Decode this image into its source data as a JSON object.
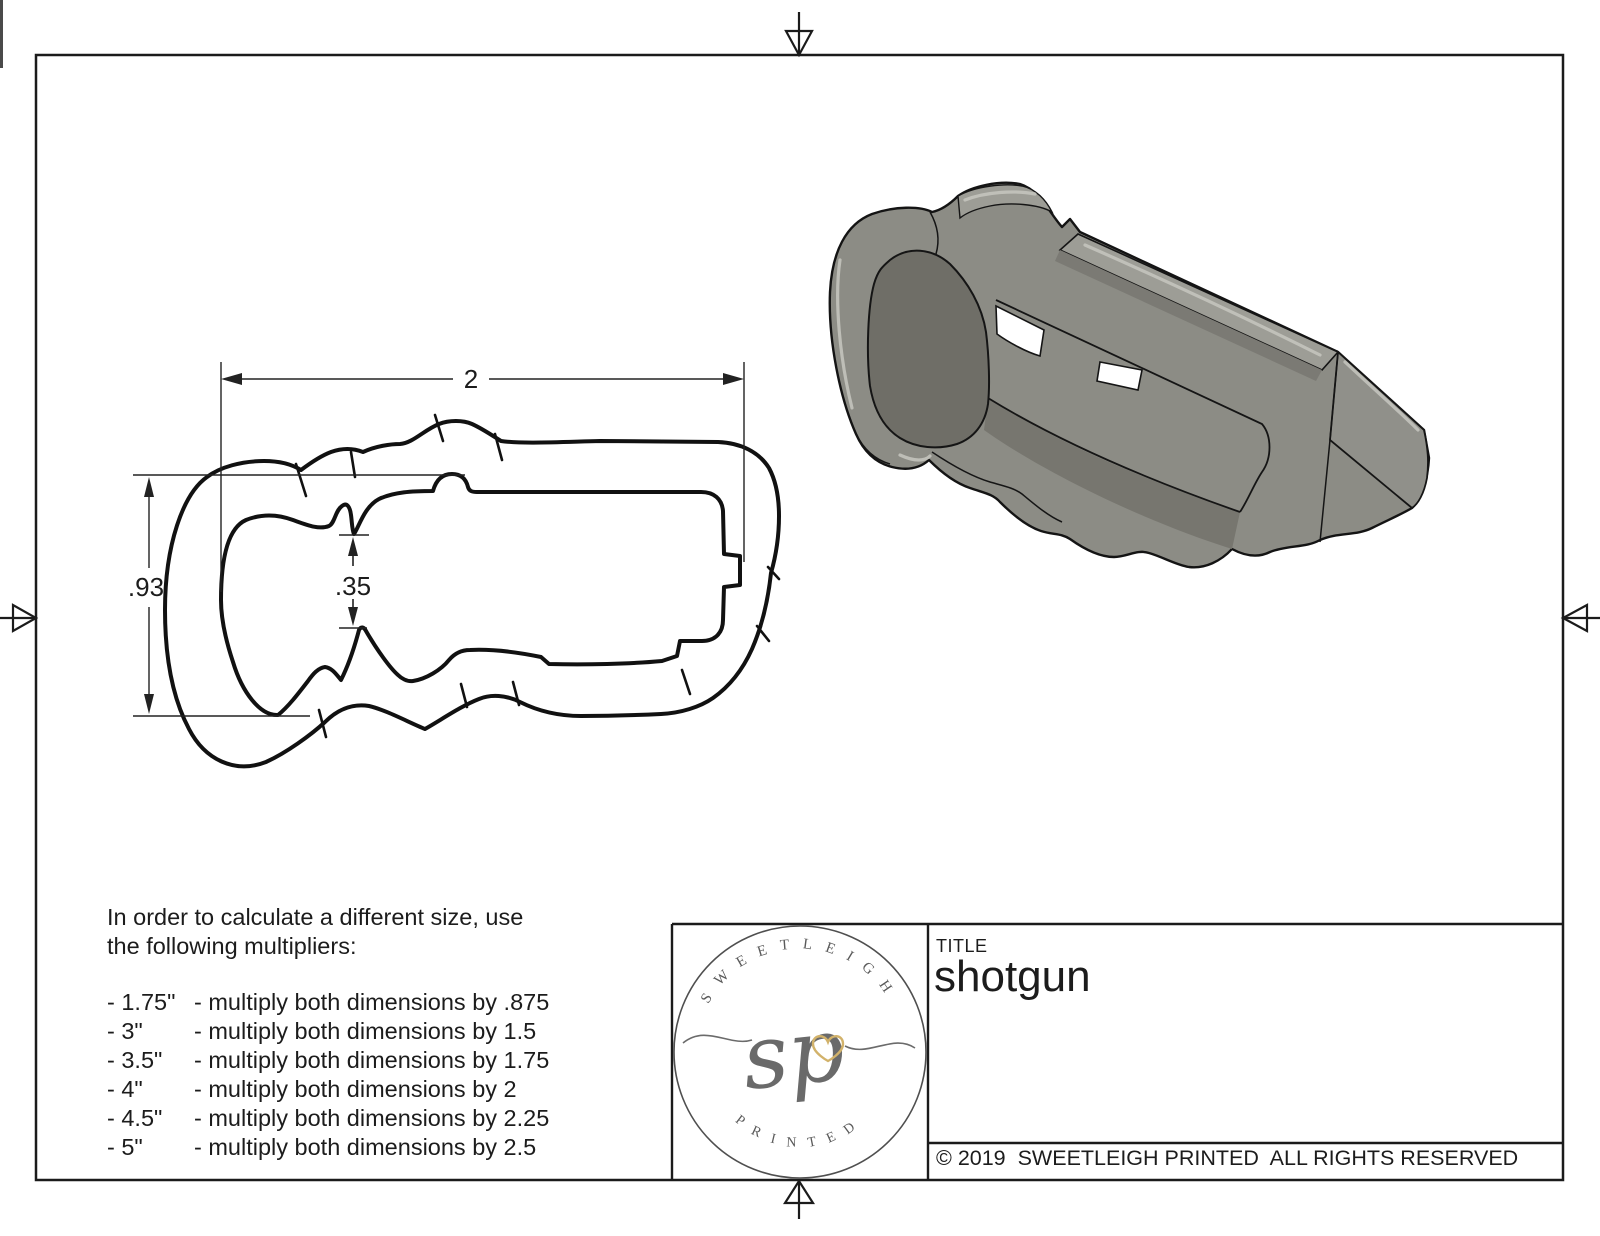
{
  "dimensions": {
    "width": "2",
    "height": ".93",
    "detail": ".35"
  },
  "note": {
    "intro_line1": "In order to calculate a different size, use",
    "intro_line2": "the following multipliers:",
    "rows": [
      {
        "size": "- 1.75\"",
        "rule": "- multiply both dimensions by .875"
      },
      {
        "size": "- 3\"",
        "rule": "- multiply both dimensions by 1.5"
      },
      {
        "size": "- 3.5\"",
        "rule": "- multiply both dimensions by 1.75"
      },
      {
        "size": "- 4\"",
        "rule": "- multiply both dimensions by 2"
      },
      {
        "size": "- 4.5\"",
        "rule": "- multiply both dimensions by 2.25"
      },
      {
        "size": "- 5\"",
        "rule": "- multiply both dimensions by 2.5"
      }
    ]
  },
  "title_block": {
    "label": "TITLE",
    "title": "shotgun",
    "copyright": "© 2019  SWEETLEIGH PRINTED  ALL RIGHTS RESERVED"
  },
  "logo": {
    "arc_top": "SWEETLEIGH",
    "arc_bottom": "PRINTED",
    "monogram": "sp",
    "heart_icon": "gold-heart-outline",
    "heart_color": "#d2b26a",
    "ink_color": "#5a5a5a"
  },
  "colors": {
    "paper": "#ffffff",
    "line": "#1a1a1a",
    "render_body": "#8c8c85",
    "render_light": "#9d9d96",
    "render_dark": "#6f6e67",
    "render_shadow": "#77766f",
    "render_highlight": "#c7c7c0"
  }
}
